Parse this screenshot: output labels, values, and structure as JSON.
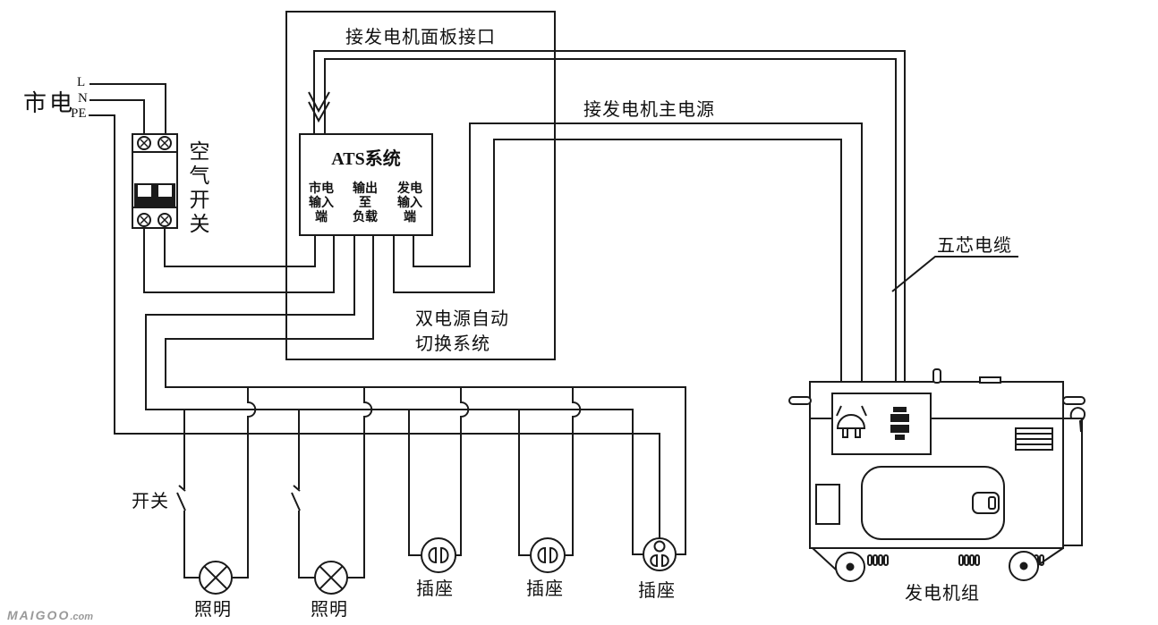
{
  "colors": {
    "line": "#1a1a1a",
    "background": "#ffffff",
    "watermark": "#999999"
  },
  "labels": {
    "mains": "市电",
    "l": "L",
    "n": "N",
    "pe": "PE",
    "air_switch": "空气开关",
    "panel_interface": "接发电机面板接口",
    "gen_main_power": "接发电机主电源",
    "ats_title": "ATS系统",
    "ats_terminals": [
      {
        "lines": [
          "市电",
          "输入",
          "端"
        ]
      },
      {
        "lines": [
          "输出",
          "至",
          "负载"
        ]
      },
      {
        "lines": [
          "发电",
          "输入",
          "端"
        ]
      }
    ],
    "dual_power": [
      "双电源自动",
      "切换系统"
    ],
    "cable": "五芯电缆",
    "switch": "开关",
    "lamps": [
      "照明",
      "照明"
    ],
    "sockets": [
      "插座",
      "插座",
      "插座"
    ],
    "generator": "发电机组",
    "watermark_brand": "MAIGOO",
    "watermark_suffix": ".com"
  }
}
